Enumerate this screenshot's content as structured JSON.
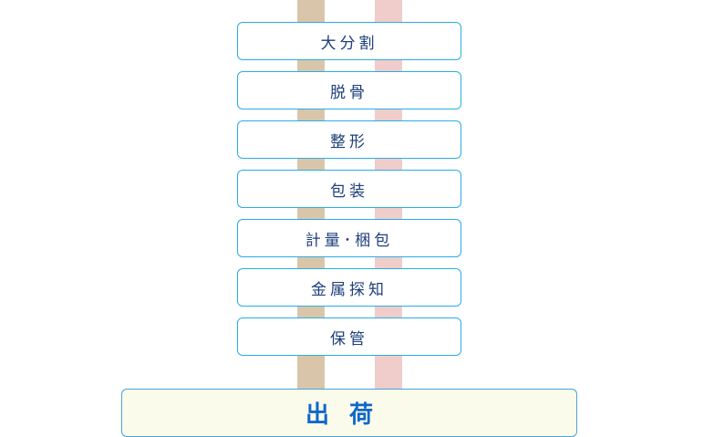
{
  "colors": {
    "stripe_left": "#d9c6aa",
    "stripe_right": "#f0cdca",
    "step_border": "#29aee6",
    "step_text": "#1d3f7a",
    "final_bg": "#fafbea",
    "final_text": "#1068c8"
  },
  "steps": [
    "大分割",
    "脱骨",
    "整形",
    "包装",
    "計量･梱包",
    "金属探知",
    "保管"
  ],
  "final": "出荷"
}
